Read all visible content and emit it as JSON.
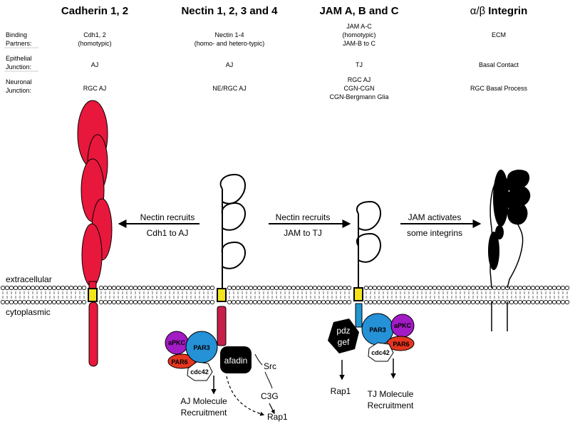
{
  "headers": {
    "cadherin": "Cadherin 1, 2",
    "nectin": "Nectin 1, 2, 3 and 4",
    "jam": "JAM A, B and C",
    "integrin_greek": "α/β",
    "integrin_word": "Integrin"
  },
  "row_labels": {
    "binding_1": "Binding",
    "binding_2": "Partners:",
    "epithelial_1": "Epithelial",
    "epithelial_2": "Junction:",
    "neuronal_1": "Neuronal",
    "neuronal_2": "Junction:"
  },
  "binding_partners": {
    "cadherin_1": "Cdh1, 2",
    "cadherin_2": "(homotypic)",
    "nectin_1": "Nectin 1-4",
    "nectin_2": "(homo- and hetero-typic)",
    "jam_1": "JAM A-C",
    "jam_2": "(homotypic)",
    "jam_3": "JAM-B to C",
    "integrin_1": "ECM"
  },
  "epithelial_junction": {
    "cadherin": "AJ",
    "nectin": "AJ",
    "jam": "TJ",
    "integrin": "Basal Contact"
  },
  "neuronal_junction": {
    "cadherin": "RGC AJ",
    "nectin": "NE/RGC AJ",
    "jam_1": "RGC AJ",
    "jam_2": "CGN-CGN",
    "jam_3": "CGN-Bergmann Glia",
    "integrin": "RGC Basal Process"
  },
  "arrows": {
    "nectin_cdh_1": "Nectin recruits",
    "nectin_cdh_2": "Cdh1 to AJ",
    "nectin_jam_1": "Nectin recruits",
    "nectin_jam_2": "JAM to TJ",
    "jam_int_1": "JAM activates",
    "jam_int_2": "some integrins"
  },
  "membrane": {
    "extracellular": "extracellular",
    "cytoplasmic": "cytoplasmic"
  },
  "proteins": {
    "apkc": "aPKC",
    "par3": "PAR3",
    "par6": "PAR6",
    "cdc42": "cdc42",
    "afadin": "afadin",
    "src": "Src",
    "c3g": "C3G",
    "pdz_1": "pdz",
    "pdz_2": "gef"
  },
  "outcomes": {
    "aj_1": "AJ Molecule",
    "aj_2": "Recruitment",
    "rap1_nectin": "Rap1",
    "rap1_jam": "Rap1",
    "tj_1": "TJ Molecule",
    "tj_2": "Recruitment"
  },
  "colors": {
    "cadherin": "#e8173c",
    "tm": "#f3e51c",
    "nectin_cyto": "#c81e4a",
    "jam_cyto": "#2196d0",
    "par3": "#2591d6",
    "apkc": "#a21bc4",
    "par6": "#e5361f"
  }
}
